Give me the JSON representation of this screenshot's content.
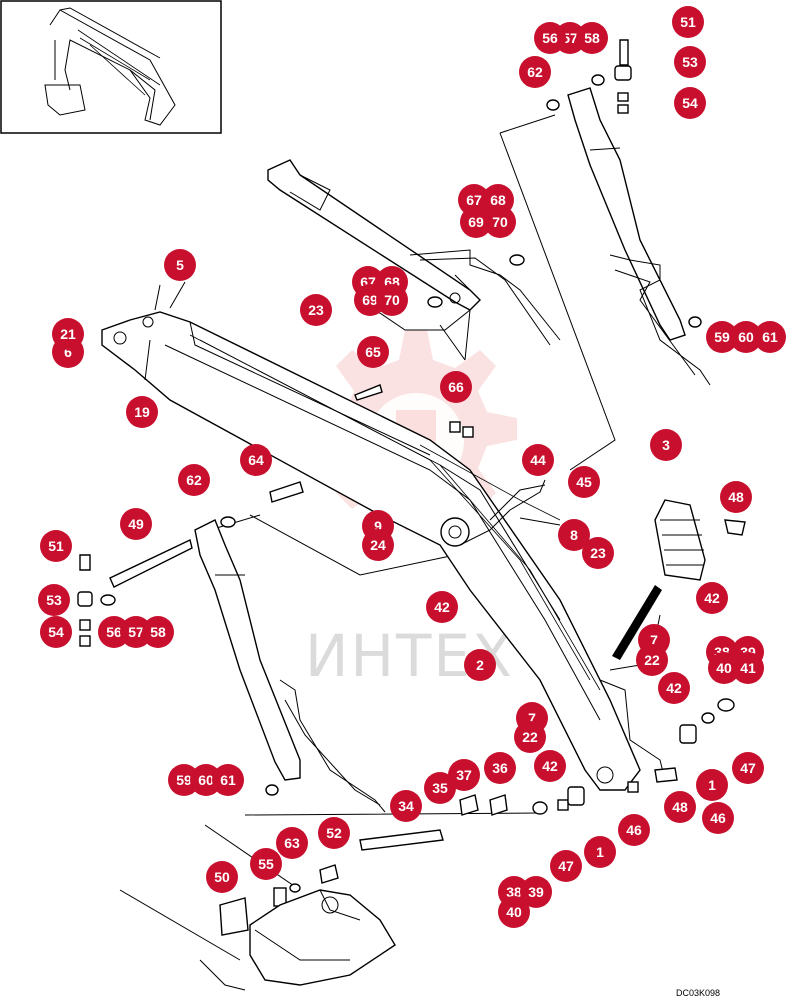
{
  "drawing_code": "DC03K098",
  "watermark_text": "ИНТЕХ",
  "callouts": [
    {
      "n": "51"
    },
    {
      "n": "57"
    },
    {
      "n": "58"
    },
    {
      "n": "56"
    },
    {
      "n": "53"
    },
    {
      "n": "62"
    },
    {
      "n": "54"
    },
    {
      "n": "68"
    },
    {
      "n": "67"
    },
    {
      "n": "70"
    },
    {
      "n": "69"
    },
    {
      "n": "68"
    },
    {
      "n": "67"
    },
    {
      "n": "69"
    },
    {
      "n": "70"
    },
    {
      "n": "5"
    },
    {
      "n": "6"
    },
    {
      "n": "21"
    },
    {
      "n": "23"
    },
    {
      "n": "65"
    },
    {
      "n": "19"
    },
    {
      "n": "66"
    },
    {
      "n": "59"
    },
    {
      "n": "60"
    },
    {
      "n": "61"
    },
    {
      "n": "64"
    },
    {
      "n": "62"
    },
    {
      "n": "44"
    },
    {
      "n": "45"
    },
    {
      "n": "3"
    },
    {
      "n": "48"
    },
    {
      "n": "49"
    },
    {
      "n": "9"
    },
    {
      "n": "24"
    },
    {
      "n": "8"
    },
    {
      "n": "23"
    },
    {
      "n": "51"
    },
    {
      "n": "42"
    },
    {
      "n": "53"
    },
    {
      "n": "56"
    },
    {
      "n": "57"
    },
    {
      "n": "58"
    },
    {
      "n": "54"
    },
    {
      "n": "42"
    },
    {
      "n": "7"
    },
    {
      "n": "22"
    },
    {
      "n": "38"
    },
    {
      "n": "39"
    },
    {
      "n": "40"
    },
    {
      "n": "41"
    },
    {
      "n": "2"
    },
    {
      "n": "42"
    },
    {
      "n": "7"
    },
    {
      "n": "22"
    },
    {
      "n": "42"
    },
    {
      "n": "47"
    },
    {
      "n": "59"
    },
    {
      "n": "60"
    },
    {
      "n": "61"
    },
    {
      "n": "37"
    },
    {
      "n": "36"
    },
    {
      "n": "35"
    },
    {
      "n": "1"
    },
    {
      "n": "48"
    },
    {
      "n": "46"
    },
    {
      "n": "34"
    },
    {
      "n": "46"
    },
    {
      "n": "52"
    },
    {
      "n": "63"
    },
    {
      "n": "55"
    },
    {
      "n": "47"
    },
    {
      "n": "1"
    },
    {
      "n": "50"
    },
    {
      "n": "38"
    },
    {
      "n": "39"
    },
    {
      "n": "40"
    }
  ]
}
